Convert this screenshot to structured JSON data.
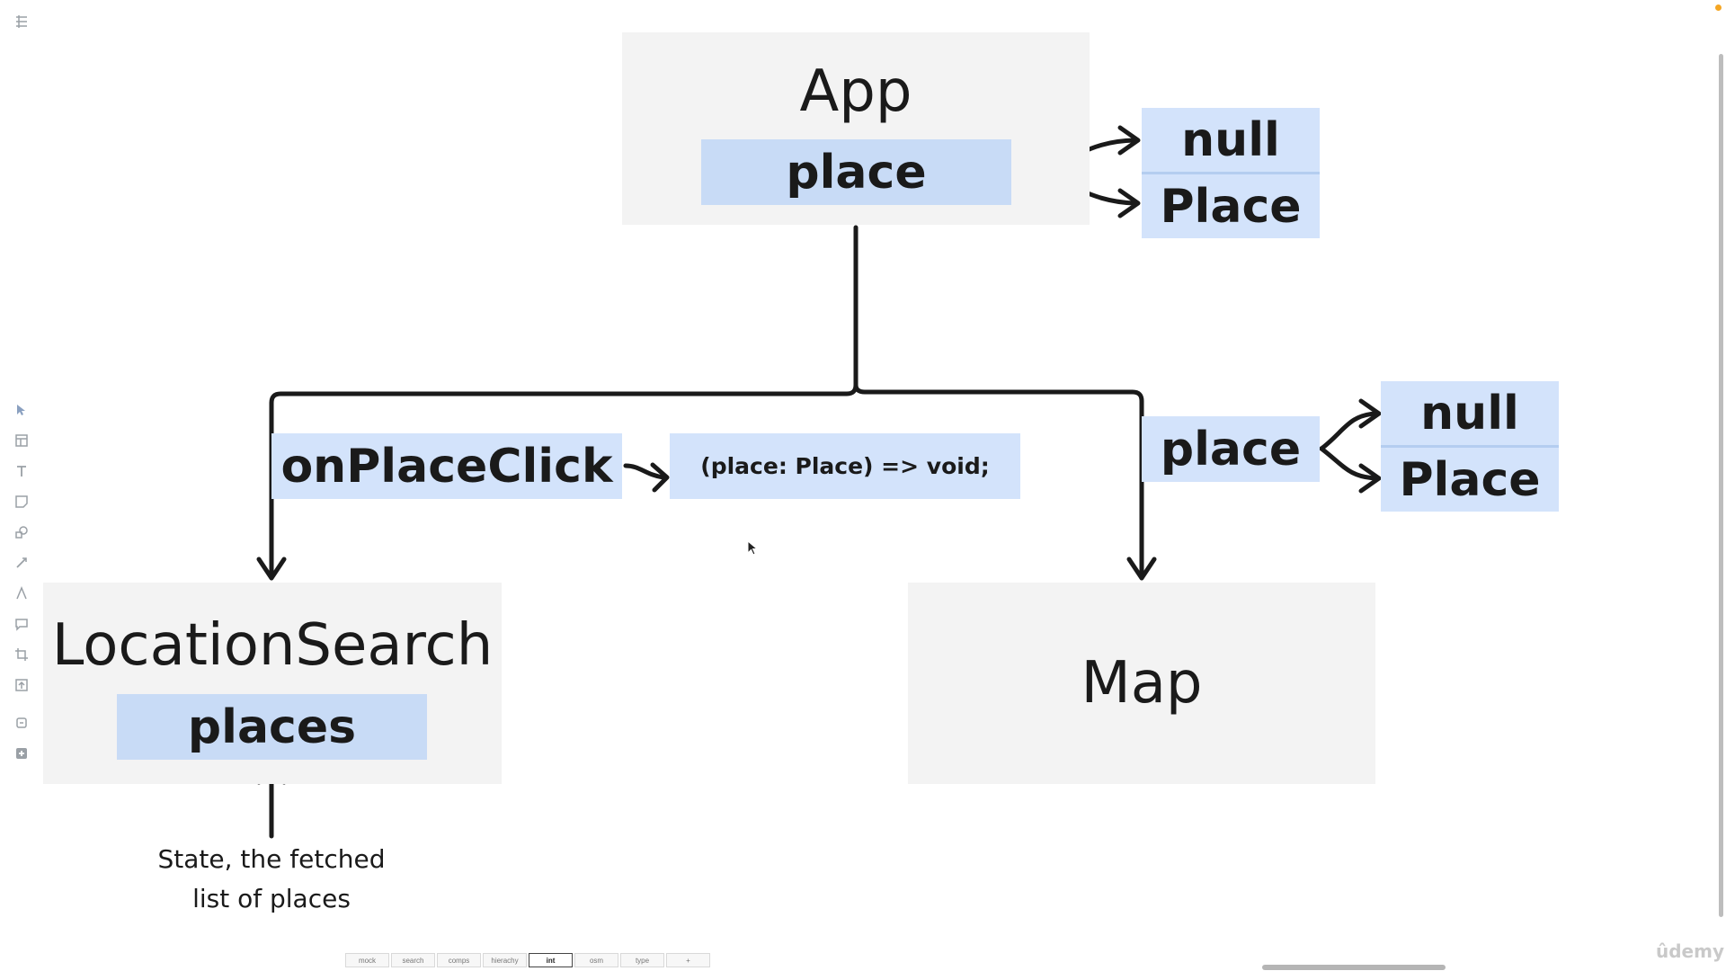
{
  "diagram": {
    "app": {
      "title": "App",
      "state_label": "place"
    },
    "app_place_type": {
      "option_1": "null",
      "option_2": "Place"
    },
    "location_search": {
      "title": "LocationSearch",
      "state_label": "places"
    },
    "map": {
      "title": "Map"
    },
    "prop_callback": {
      "label": "onPlaceClick",
      "signature": "(place: Place) => void;"
    },
    "prop_place": {
      "label": "place"
    },
    "map_place_type": {
      "option_1": "null",
      "option_2": "Place"
    },
    "annotation": {
      "line_1": "State, the fetched",
      "line_2": "list of places"
    }
  },
  "page_tabs": [
    "mock",
    "search",
    "comps",
    "hierachy",
    "int",
    "osm",
    "type",
    "+"
  ],
  "active_tab": "int",
  "watermark": "ûdemy",
  "colors": {
    "box_fill": "#f3f3f3",
    "state_fill": "#c8dbf6",
    "type_fill": "#d3e3fb",
    "line": "#1a1a1a"
  }
}
